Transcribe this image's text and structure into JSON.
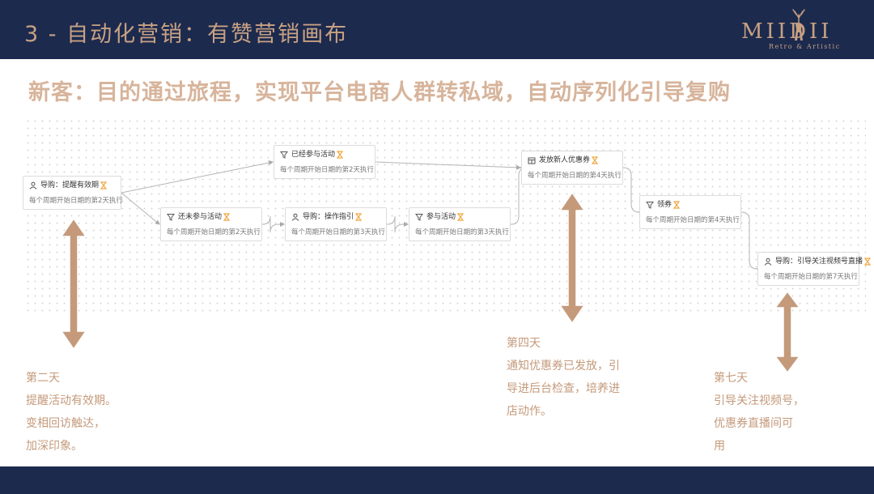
{
  "header": {
    "title": "3 - 自动化营销：有赞营销画布",
    "brand": "MIIDII",
    "brand_tagline": "Retro & Artistic"
  },
  "subtitle": "新客：目的通过旅程，实现平台电商人群转私域，自动序列化引导复购",
  "colors": {
    "navy": "#1c2a4e",
    "gold": "#c8a183",
    "arrow": "#c49a7b",
    "hourglass": "#f0a640"
  },
  "flow": {
    "nodes": [
      {
        "id": "n1",
        "icon": "user-icon",
        "title": "导购：提醒有效期",
        "detail": "每个周期开始日期的第2天执行"
      },
      {
        "id": "n2",
        "icon": "filter-icon",
        "title": "已经参与活动",
        "detail": "每个周期开始日期的第2天执行"
      },
      {
        "id": "n3",
        "icon": "filter-icon",
        "title": "还未参与活动",
        "detail": "每个周期开始日期的第2天执行"
      },
      {
        "id": "n4",
        "icon": "user-icon",
        "title": "导购：操作指引",
        "detail": "每个周期开始日期的第3天执行"
      },
      {
        "id": "n5",
        "icon": "filter-icon",
        "title": "参与活动",
        "detail": "每个周期开始日期的第3天执行"
      },
      {
        "id": "n6",
        "icon": "coupon-icon",
        "title": "发放新人优惠券",
        "detail": "每个周期开始日期的第4天执行"
      },
      {
        "id": "n7",
        "icon": "filter-icon",
        "title": "领券",
        "detail": "每个周期开始日期的第4天执行"
      },
      {
        "id": "n8",
        "icon": "user-icon",
        "title": "导购：引导关注视频号直播",
        "detail": "每个周期开始日期的第7天执行"
      }
    ],
    "edges": [
      [
        "n1",
        "n2"
      ],
      [
        "n1",
        "n3"
      ],
      [
        "n3",
        "n4"
      ],
      [
        "n4",
        "n5"
      ],
      [
        "n2",
        "n6"
      ],
      [
        "n5",
        "n6"
      ],
      [
        "n6",
        "n7"
      ],
      [
        "n7",
        "n8"
      ]
    ]
  },
  "notes": {
    "day2": {
      "heading": "第二天",
      "lines": [
        "提醒活动有效期。",
        "变相回访触达，",
        "加深印象。"
      ]
    },
    "day4": {
      "heading": "第四天",
      "lines": [
        "通知优惠券已发放，引",
        "导进后台检查，培养进",
        "店动作。"
      ]
    },
    "day7": {
      "heading": "第七天",
      "lines": [
        "引导关注视频号，",
        "优惠券直播间可",
        "用"
      ]
    }
  }
}
